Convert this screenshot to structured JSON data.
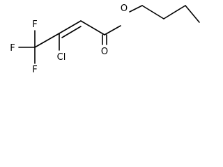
{
  "molecule": {
    "atoms": {
      "oxygen_ester": "O",
      "oxygen_carbonyl": "O",
      "chlorine": "Cl",
      "fluorine_top": "F",
      "fluorine_left": "F",
      "fluorine_bottom": "F"
    }
  }
}
